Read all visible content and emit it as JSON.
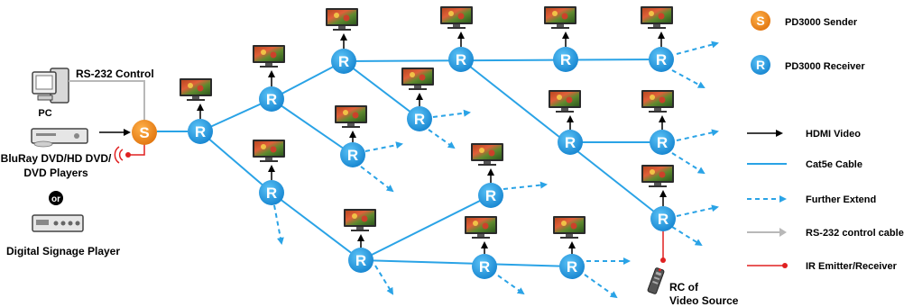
{
  "labels": {
    "rs232": "RS-232 Control",
    "pc": "PC",
    "bluray_line1": "BluRay DVD/HD DVD/",
    "bluray_line2": "DVD Players",
    "or": "or",
    "signage": "Digital Signage Player",
    "rc_line1": "RC of",
    "rc_line2": "Video Source"
  },
  "node_letters": {
    "sender": "S",
    "receiver": "R"
  },
  "legend": {
    "sender": "PD3000 Sender",
    "receiver": "PD3000 Receiver",
    "hdmi": "HDMI Video",
    "cat5e": "Cat5e Cable",
    "extend": "Further Extend",
    "rs232": "RS-232 control cable",
    "ir": "IR Emitter/Receiver"
  },
  "colors": {
    "sender": "#f08a1c",
    "receiver": "#1f9be0",
    "cat5e": "#2aa3e6",
    "hdmi": "#000000",
    "rs232": "#b8b8b8",
    "ir": "#e02020"
  }
}
